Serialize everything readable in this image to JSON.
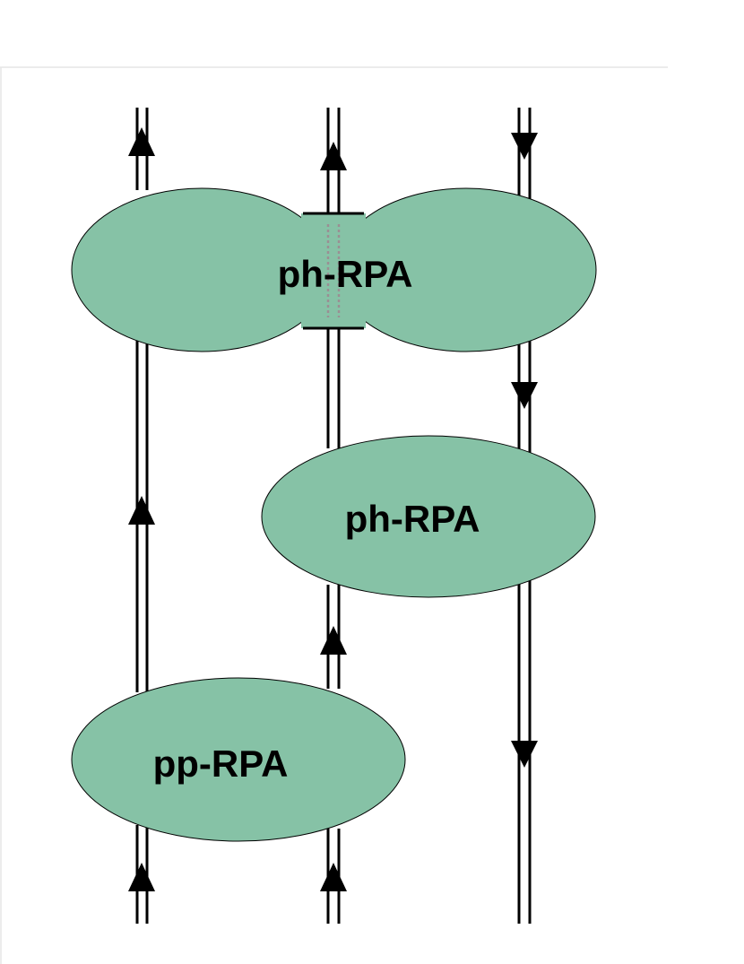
{
  "diagram": {
    "colors": {
      "blob_fill": "#86c2a6",
      "line": "#000000",
      "dotted": "#9a8f93",
      "frame": "#e6e6e6"
    },
    "blobs": [
      {
        "id": "ph-rpa-top",
        "label": "ph-RPA"
      },
      {
        "id": "ph-rpa-middle",
        "label": "ph-RPA"
      },
      {
        "id": "pp-rpa-bottom",
        "label": "pp-RPA"
      }
    ],
    "lines": [
      {
        "id": "left-line",
        "arrow_directions": [
          "up",
          "up",
          "up"
        ]
      },
      {
        "id": "middle-line",
        "arrow_directions": [
          "up",
          "up",
          "up"
        ]
      },
      {
        "id": "right-line",
        "arrow_directions": [
          "down",
          "down",
          "down"
        ]
      }
    ]
  }
}
